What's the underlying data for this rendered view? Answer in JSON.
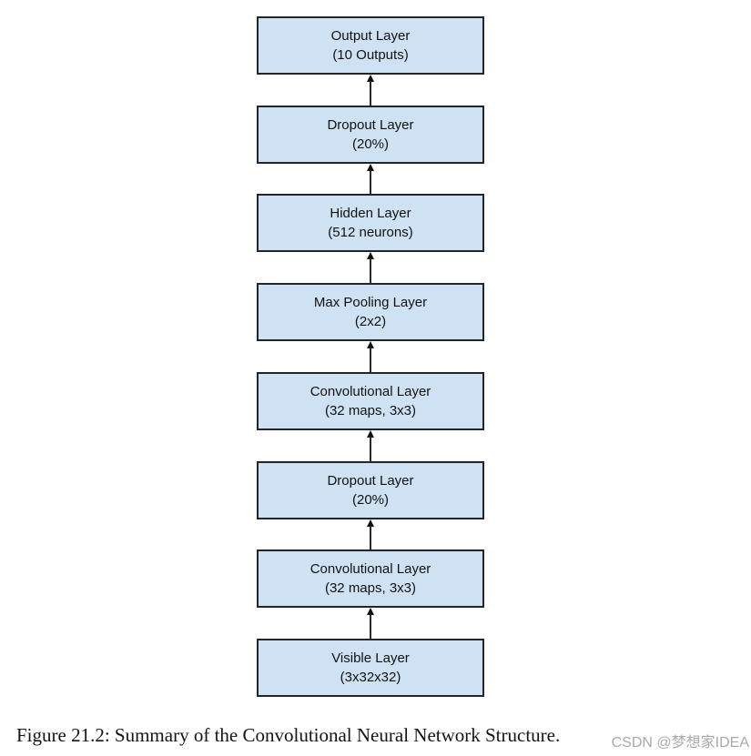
{
  "diagram": {
    "type": "flow-stack",
    "arrow_direction": "up",
    "box_fill_color": "#cfe2f3",
    "box_border_color": "#22262b",
    "layers": [
      {
        "title": "Output Layer",
        "subtitle": "(10 Outputs)"
      },
      {
        "title": "Dropout Layer",
        "subtitle": "(20%)"
      },
      {
        "title": "Hidden Layer",
        "subtitle": "(512 neurons)"
      },
      {
        "title": "Max Pooling Layer",
        "subtitle": "(2x2)"
      },
      {
        "title": "Convolutional Layer",
        "subtitle": "(32 maps, 3x3)"
      },
      {
        "title": "Dropout Layer",
        "subtitle": "(20%)"
      },
      {
        "title": "Convolutional Layer",
        "subtitle": "(32 maps, 3x3)"
      },
      {
        "title": "Visible Layer",
        "subtitle": "(3x32x32)"
      }
    ]
  },
  "caption": {
    "text": "Figure 21.2: Summary of the Convolutional Neural Network Structure."
  },
  "watermark": {
    "text": "CSDN @梦想家IDEA",
    "color": "#a9a9a9"
  }
}
